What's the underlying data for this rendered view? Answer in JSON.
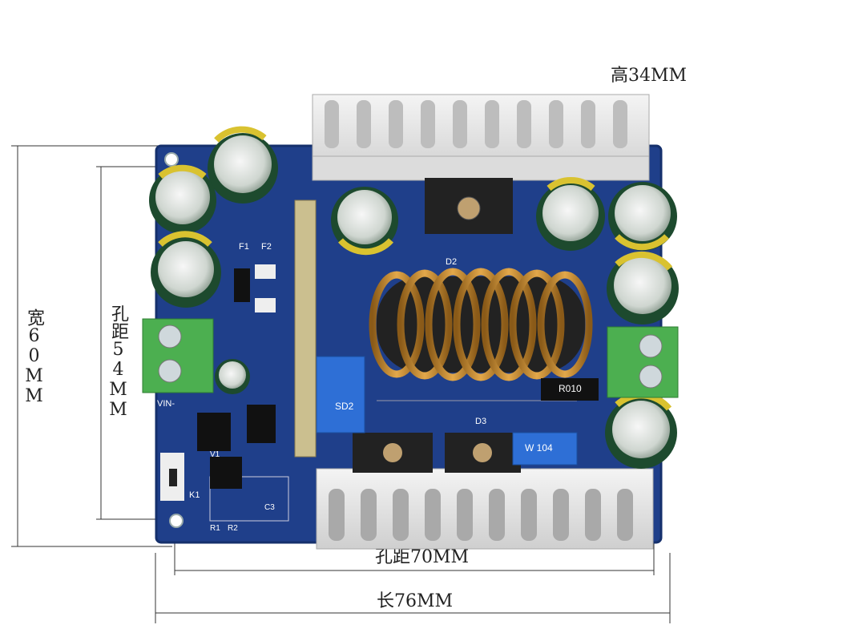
{
  "dimensions": {
    "height_label": "高34MM",
    "width_label": "宽60MM",
    "hole_spacing_vertical_label": "孔距54MM",
    "hole_spacing_horizontal_label": "孔距70MM",
    "length_label": "长76MM"
  },
  "board_markings": {
    "fuse_f1": "F1",
    "fuse_f2": "F2",
    "inductor_label": "R010",
    "pot_label": "W 104",
    "trimmer_label": "SD2",
    "diode_d2": "D2",
    "diode_d3": "D3",
    "vin_label": "VIN-",
    "switch_label": "K1",
    "v1_label": "V1",
    "r1_label": "R1",
    "r2_label": "R2",
    "c3_label": "C3"
  },
  "colors": {
    "pcb": "#1f3f8a",
    "heatsink": "#e6e6e6",
    "capacitor": "#1d4a2e",
    "coil": "#c98a2e",
    "terminal": "#4caf50"
  }
}
